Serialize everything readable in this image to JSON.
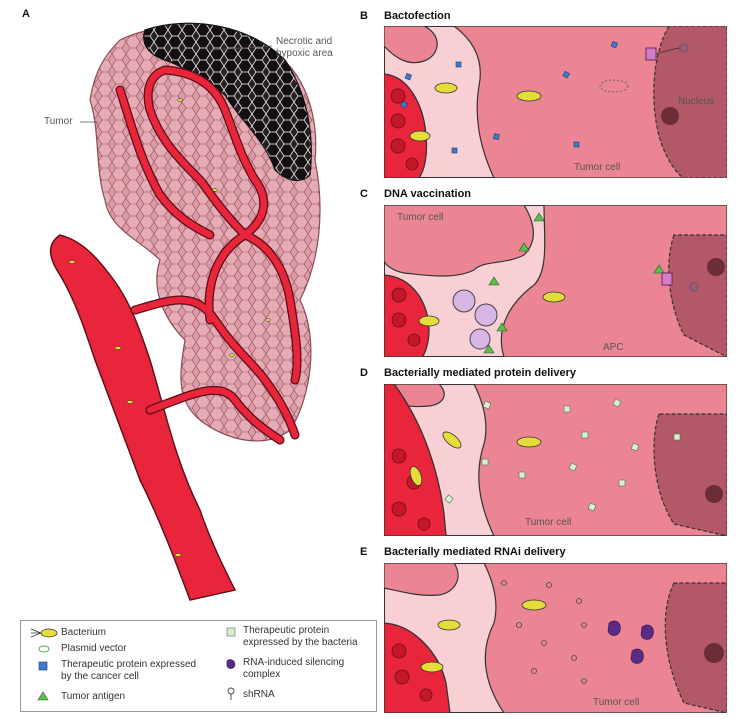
{
  "panels": {
    "A": {
      "letter": "A",
      "labels": {
        "tumor": "Tumor",
        "necrotic_line1": "Necrotic and",
        "necrotic_line2": "hypoxic area"
      }
    },
    "B": {
      "letter": "B",
      "title": "Bactofection",
      "labels": {
        "nucleus": "Nucleus",
        "tumor_cell": "Tumor cell"
      }
    },
    "C": {
      "letter": "C",
      "title": "DNA vaccination",
      "labels": {
        "tumor_cell": "Tumor cell",
        "apc": "APC"
      }
    },
    "D": {
      "letter": "D",
      "title": "Bacterially mediated protein delivery",
      "labels": {
        "tumor_cell": "Tumor cell"
      }
    },
    "E": {
      "letter": "E",
      "title": "Bacterially mediated RNAi delivery",
      "labels": {
        "tumor_cell": "Tumor cell"
      }
    }
  },
  "legend": {
    "bacterium": "Bacterium",
    "plasmid": "Plasmid vector",
    "protein_cancer_line1": "Therapeutic protein expressed",
    "protein_cancer_line2": "by the cancer cell",
    "tumor_antigen": "Tumor antigen",
    "protein_bacteria_line1": "Therapeutic protein",
    "protein_bacteria_line2": "expressed by the bacteria",
    "risc_line1": "RNA-induced silencing",
    "risc_line2": "complex",
    "shrna": "shRNA"
  },
  "colors": {
    "vessel": "#e8253a",
    "tumor_tissue": "#d9909c",
    "necrotic": "#1a1416",
    "panel_bg": "#f08a95",
    "cell_pink": "#ec8593",
    "interstitium": "#f7cfd5",
    "nucleus": "#b25866",
    "bacterium": "#e4dc3a",
    "protein_cancer": "#3f7bd1",
    "antigen": "#5bbf4a",
    "protein_bacteria": "#d7f0d2",
    "risc": "#5b2a86"
  }
}
